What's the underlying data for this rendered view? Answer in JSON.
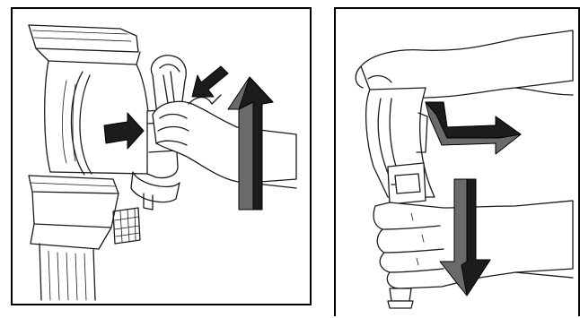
{
  "figures": [
    {
      "id": "step-1",
      "arrows": [
        "press-left",
        "press-right",
        "pull-up"
      ]
    },
    {
      "id": "step-2",
      "arrows": [
        "pull-out-right",
        "push-down"
      ]
    }
  ]
}
